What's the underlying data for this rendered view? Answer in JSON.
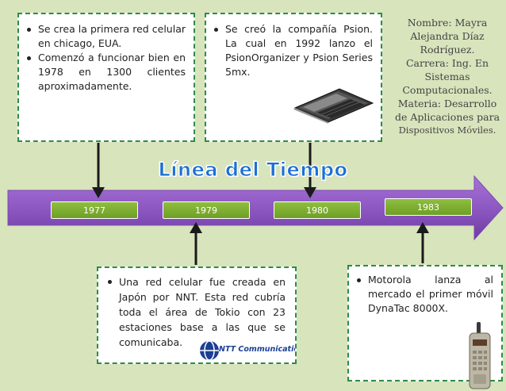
{
  "title": "Línea del Tiempo",
  "info": {
    "name": "Nombre: Mayra",
    "name2": "Alejandra Díaz",
    "name3": "Rodríguez.",
    "career": "Carrera: Ing. En",
    "career2": "Sistemas",
    "career3": "Computacionales.",
    "subject": "Materia: Desarrollo",
    "subject2": "de Aplicaciones para",
    "subject3": "Dispositivos Móviles."
  },
  "events": {
    "e1977": [
      "Se crea la primera red celular en chicago, EUA.",
      "Comenzó a funcionar bien en 1978 en 1300 clientes aproximadamente."
    ],
    "e1980": [
      "Se creó la compañía Psion. La cual en 1992 lanzo el PsionOrganizer y Psion Series 5mx."
    ],
    "e1979": [
      "Una red celular fue creada en Japón por NNT. Esta red cubría toda el área de Tokio con 23 estaciones base a las que se comunicaba."
    ],
    "e1983": [
      "Motorola lanza al mercado el primer móvil DynaTac 8000X."
    ]
  },
  "years": {
    "y1977": "1977",
    "y1979": "1979",
    "y1980": "1980",
    "y1983": "1983"
  },
  "logo_text": "NTT Communication",
  "colors": {
    "background": "#d8e4bc",
    "arrow": "#8e58c2",
    "box_border": "#2e8b4a",
    "year_fill": "#7fae32",
    "title": "#1b6fd6"
  },
  "icons": [
    "psion-device-icon",
    "ntt-logo-icon",
    "dynatac-phone-icon"
  ]
}
